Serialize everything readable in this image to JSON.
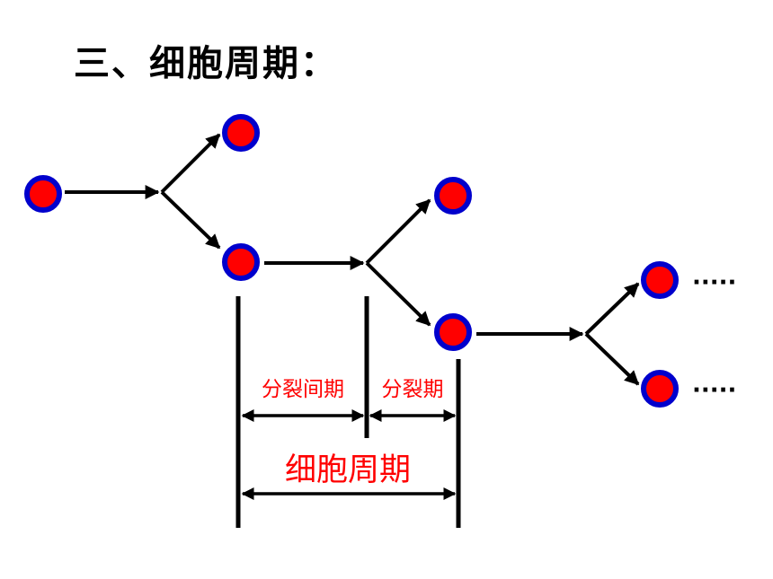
{
  "title": "三、细胞周期：",
  "labels": {
    "interphase": "分裂间期",
    "mitosis": "分裂期",
    "cell_cycle": "细胞周期"
  },
  "continuation": [
    "·····",
    "·····"
  ],
  "colors": {
    "cell_fill": "#ff0000",
    "cell_border": "#0000cc",
    "label": "#ff0000",
    "line": "#000000"
  }
}
